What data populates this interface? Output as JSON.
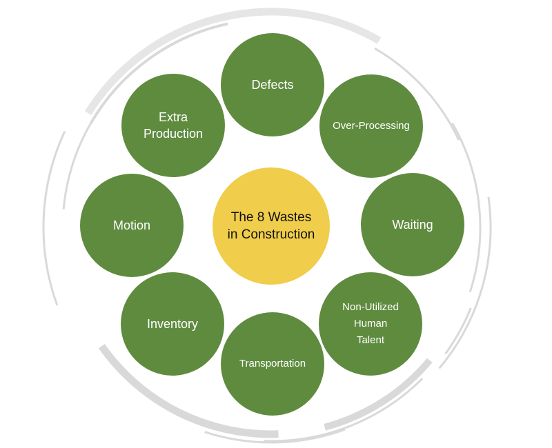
{
  "diagram": {
    "center": {
      "label": "The 8 Wastes\nin Construction",
      "color": "#f0cd4a"
    },
    "node_color": "#5f8b3f",
    "ring_color": "#d9d9d9",
    "wastes": [
      {
        "id": "defects",
        "label": "Defects"
      },
      {
        "id": "over-processing",
        "label": "Over-Processing"
      },
      {
        "id": "waiting",
        "label": "Waiting"
      },
      {
        "id": "non-utilized-human-talent",
        "label": "Non-Utilized\nHuman\nTalent"
      },
      {
        "id": "transportation",
        "label": "Transportation"
      },
      {
        "id": "inventory",
        "label": "Inventory"
      },
      {
        "id": "motion",
        "label": "Motion"
      },
      {
        "id": "extra-production",
        "label": "Extra\nProduction"
      }
    ]
  }
}
